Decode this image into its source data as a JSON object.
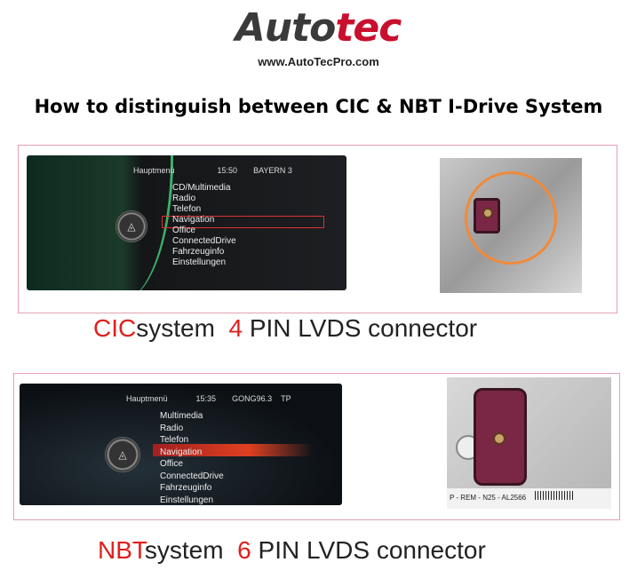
{
  "logo": {
    "part1": "Auto",
    "part2": "tec"
  },
  "url": "www.AutoTecPro.com",
  "title": "How to distinguish between CIC & NBT I-Drive System",
  "cic": {
    "screen": {
      "header": "Hauptmenü",
      "time": "15:50",
      "station": "BAYERN 3",
      "menu": [
        "CD/Multimedia",
        "Radio",
        "Telefon",
        "Navigation",
        "Office",
        "ConnectedDrive",
        "Fahrzeuginfo",
        "Einstellungen"
      ],
      "selected": "Navigation"
    },
    "caption": {
      "system": "CIC",
      "system_label": "system",
      "pins": "4",
      "connector_label": "PIN LVDS connector"
    }
  },
  "nbt": {
    "screen": {
      "header": "Hauptmenü",
      "time": "15:35",
      "station": "GONG96.3",
      "tp": "TP",
      "menu": [
        "Multimedia",
        "Radio",
        "Telefon",
        "Navigation",
        "Office",
        "ConnectedDrive",
        "Fahrzeuginfo",
        "Einstellungen"
      ],
      "selected": "Navigation"
    },
    "label_text": "P - REM - N25 - AL2566",
    "caption": {
      "system": "NBT",
      "system_label": "system",
      "pins": "6",
      "connector_label": "PIN LVDS connector"
    }
  },
  "colors": {
    "red": "#e0201c",
    "box_border": "#e2a1b0",
    "connector": "#7a2745"
  }
}
